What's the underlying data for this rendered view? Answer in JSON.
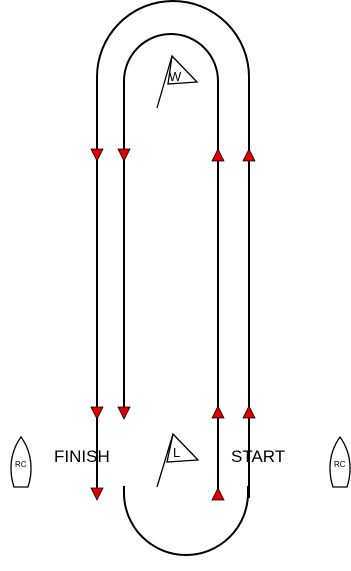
{
  "marks": {
    "windward_flag_letter": "W",
    "leeward_flag_letter": "L"
  },
  "labels": {
    "finish": "FINISH",
    "start": "START"
  },
  "committee_boats": {
    "left_label": "RC",
    "right_label": "RC"
  },
  "colors": {
    "line": "#000000",
    "arrow_fill": "#e00000",
    "background": "#ffffff"
  }
}
